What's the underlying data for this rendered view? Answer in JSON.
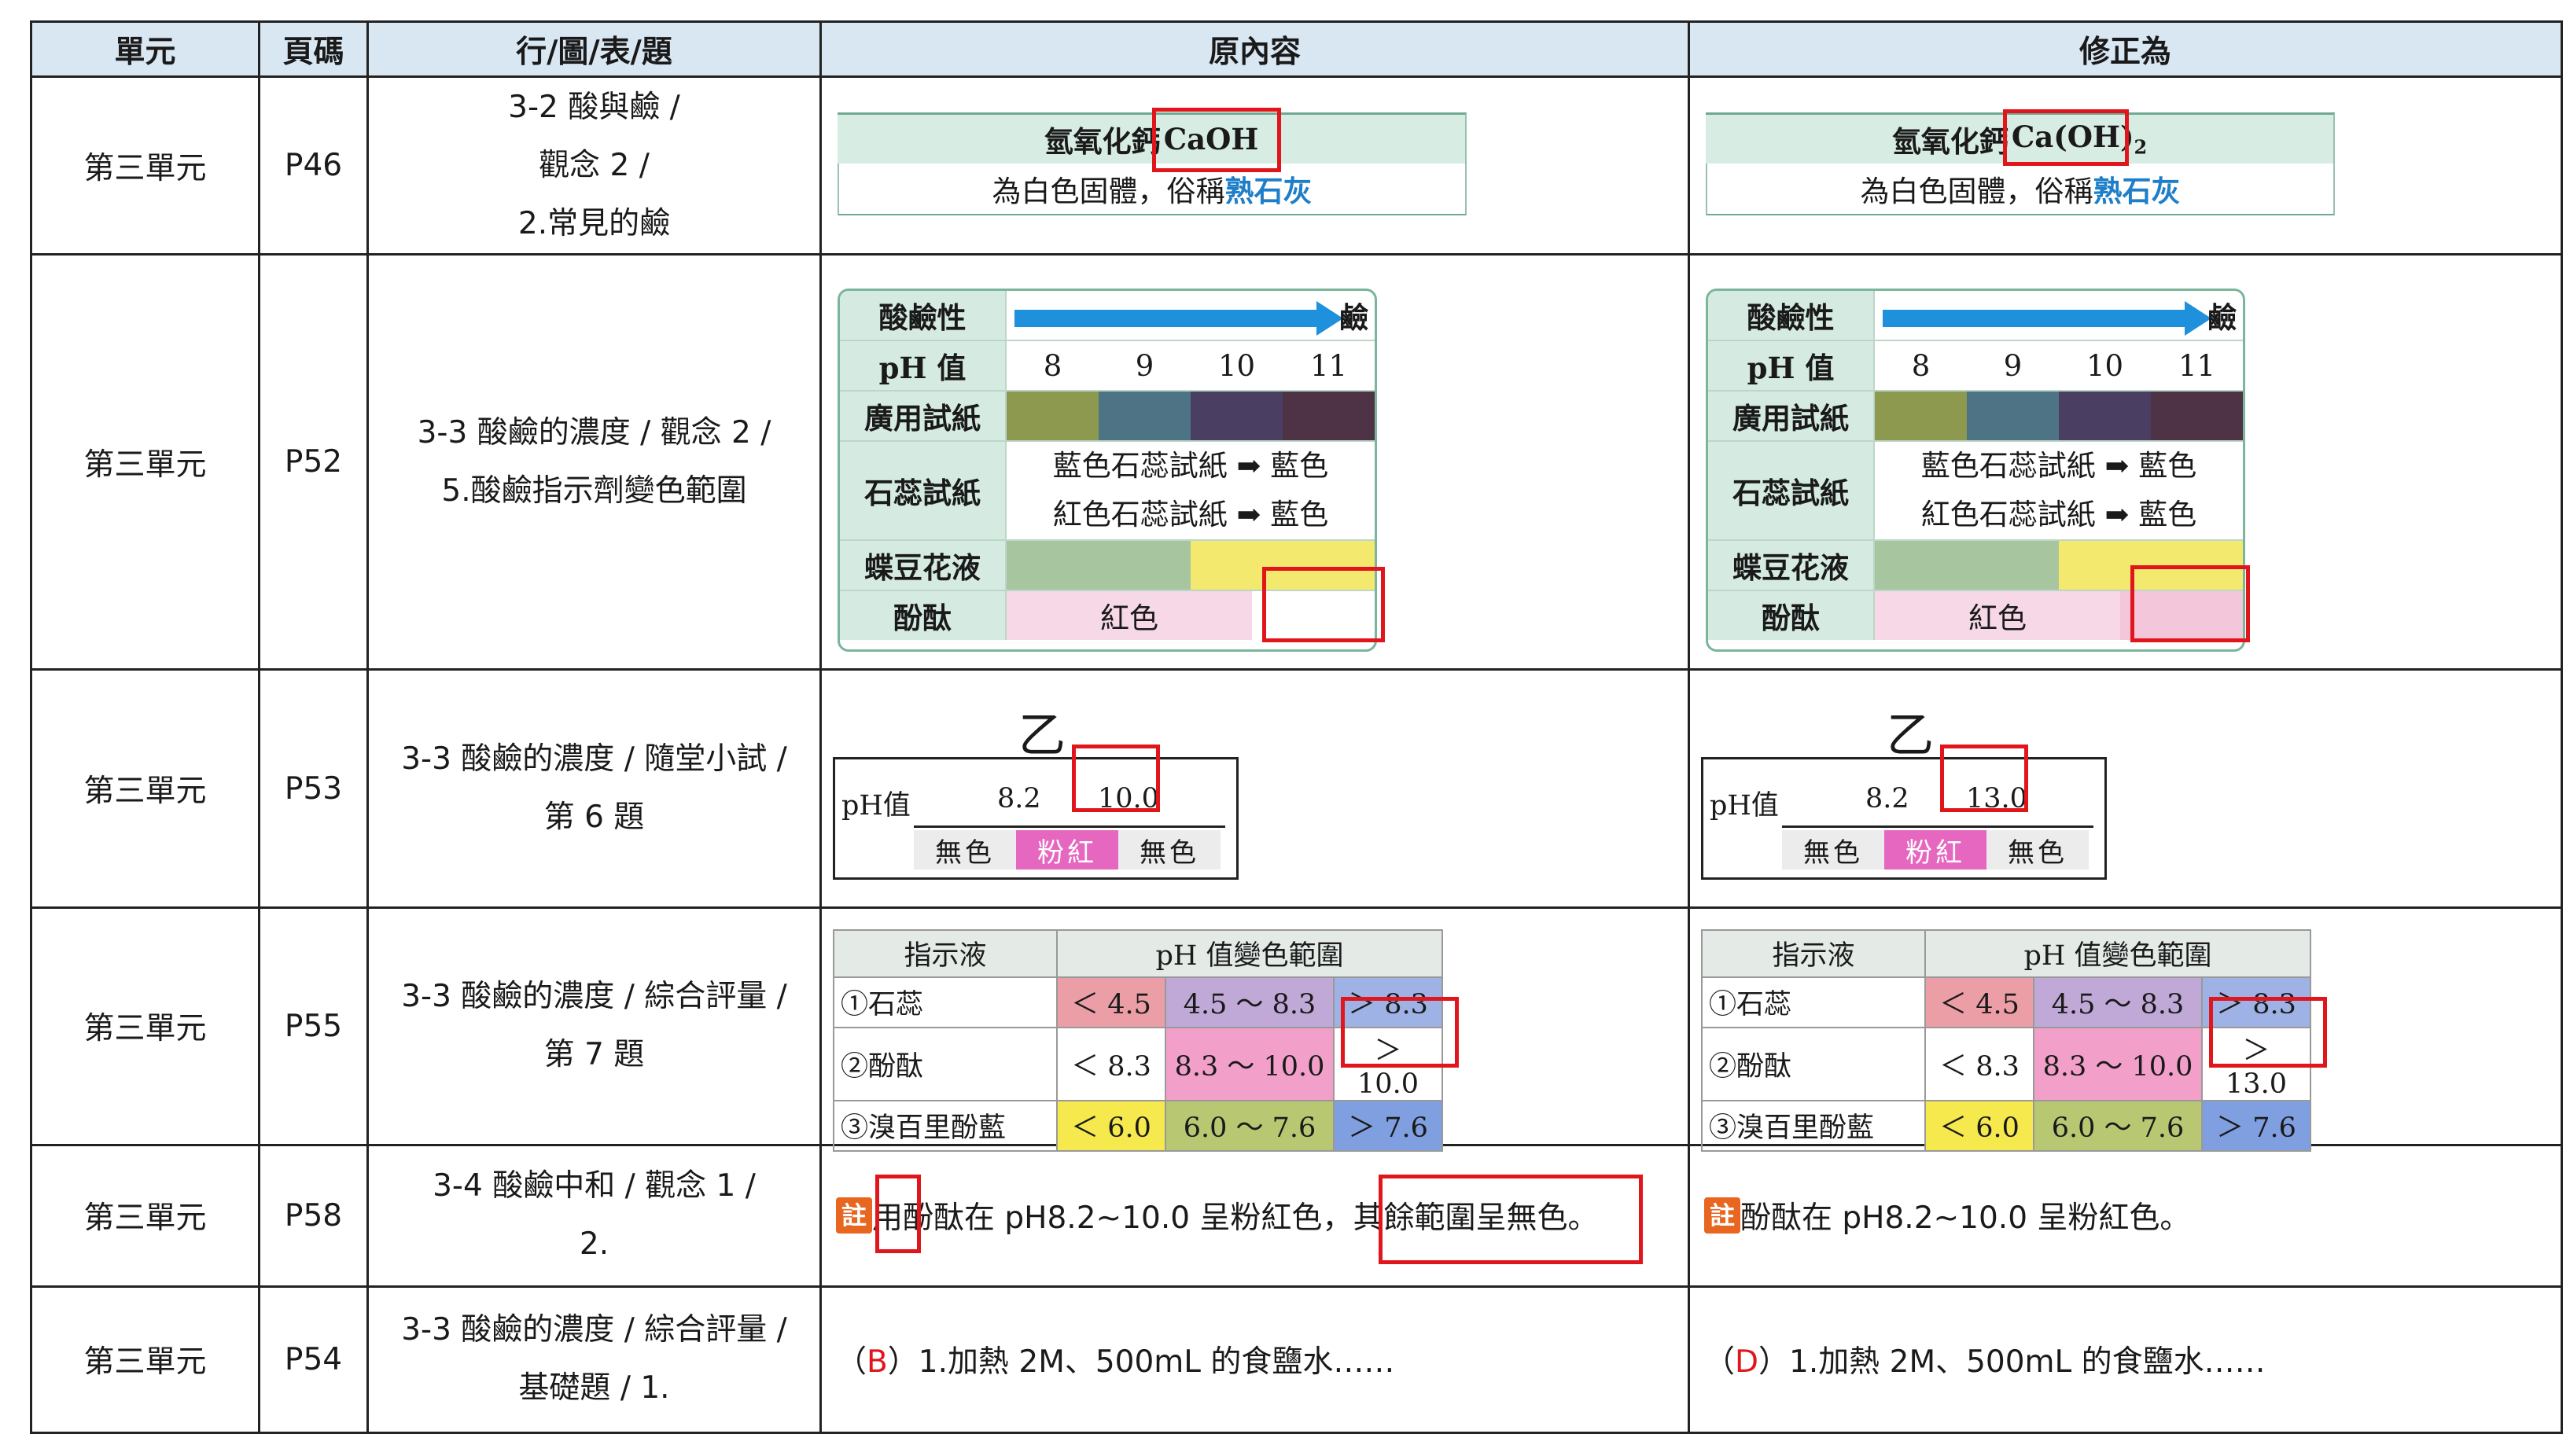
{
  "headers": {
    "unit": "單元",
    "page": "頁碼",
    "location": "行/圖/表/題",
    "original": "原內容",
    "corrected": "修正為"
  },
  "rows": [
    {
      "unit": "第三單元",
      "page": "P46",
      "loc": [
        "3-2 酸與鹼 /",
        "觀念 2 /",
        "2.常見的鹼"
      ]
    },
    {
      "unit": "第三單元",
      "page": "P52",
      "loc": [
        "3-3 酸鹼的濃度 / 觀念 2 /",
        "5.酸鹼指示劑變色範圍"
      ]
    },
    {
      "unit": "第三單元",
      "page": "P53",
      "loc": [
        "3-3 酸鹼的濃度 / 隨堂小試 /",
        "第 6 題"
      ]
    },
    {
      "unit": "第三單元",
      "page": "P55",
      "loc": [
        "3-3 酸鹼的濃度 / 綜合評量 /",
        "第 7 題"
      ]
    },
    {
      "unit": "第三單元",
      "page": "P58",
      "loc": [
        "3-4 酸鹼中和 / 觀念 1 /",
        "2."
      ]
    },
    {
      "unit": "第三單元",
      "page": "P54",
      "loc": [
        "3-3 酸鹼的濃度 / 綜合評量 /",
        "基礎題 / 1."
      ]
    }
  ],
  "r1": {
    "name": "氫氧化鈣",
    "orig_formula": "CaOH",
    "fix_formula_a": "Ca(OH)",
    "fix_formula_sub": "2",
    "desc_a": "為白色固體，俗稱",
    "desc_b": "熟石灰"
  },
  "r2": {
    "labels": [
      "酸鹼性",
      "pH 值",
      "廣用試紙",
      "石蕊試紙",
      "蝶豆花液",
      "酚酞"
    ],
    "arrow_end": "鹼",
    "ph_values": [
      "8",
      "9",
      "10",
      "11"
    ],
    "universal_colors": [
      "#8c994e",
      "#4d7384",
      "#4a3e62",
      "#4d3345"
    ],
    "litmus": [
      "藍色石蕊試紙 ➡ 藍色",
      "紅色石蕊試紙 ➡ 藍色"
    ],
    "butterfly_colors": [
      "#a7c59f",
      "#f4e96f"
    ],
    "phenol_label": "紅色",
    "phenol_color": "#f7d8e7",
    "phenol_fix_color": "#f4c6da"
  },
  "r3": {
    "mark": "乙",
    "ph_label": "pH值",
    "t1": "8.2",
    "orig_t2": "10.0",
    "fix_t2": "13.0",
    "segments": [
      "無色",
      "粉紅",
      "無色"
    ],
    "seg_colors": [
      "#ececec",
      "#e567c0",
      "#ececec"
    ]
  },
  "r4": {
    "head": [
      "指示液",
      "pH 值變色範圍"
    ],
    "rows": [
      {
        "name": "①石蕊",
        "cells": [
          "＜ 4.5",
          "4.5 ～ 8.3",
          "＞ 8.3"
        ],
        "colors": [
          "#ec9ea6",
          "#c0a9d7",
          "#9fb2e6"
        ]
      },
      {
        "name": "②酚酞",
        "cells": [
          "＜ 8.3",
          "8.3 ～ 10.0",
          "＞ 10.0"
        ],
        "fix_cells": [
          "＜ 8.3",
          "8.3 ～ 10.0",
          "＞ 13.0"
        ],
        "colors": [
          "#ffffff",
          "#f2a0c9",
          "#ffffff"
        ]
      },
      {
        "name": "③溴百里酚藍",
        "cells": [
          "＜ 6.0",
          "6.0 ～ 7.6",
          "＞ 7.6"
        ],
        "colors": [
          "#f5e94e",
          "#b8c872",
          "#7f9fe0"
        ]
      }
    ]
  },
  "r5": {
    "icon": "註",
    "orig_a": "用",
    "orig_b": "酚酞在 pH8.2~10.0 呈粉紅色，",
    "orig_c": "其餘範圍呈無色。",
    "fix": "酚酞在 pH8.2~10.0 呈粉紅色。"
  },
  "r6": {
    "open": "（",
    "orig_letter": "B",
    "fix_letter": "D",
    "rest": "）1.加熱 2M、500mL 的食鹽水……"
  }
}
